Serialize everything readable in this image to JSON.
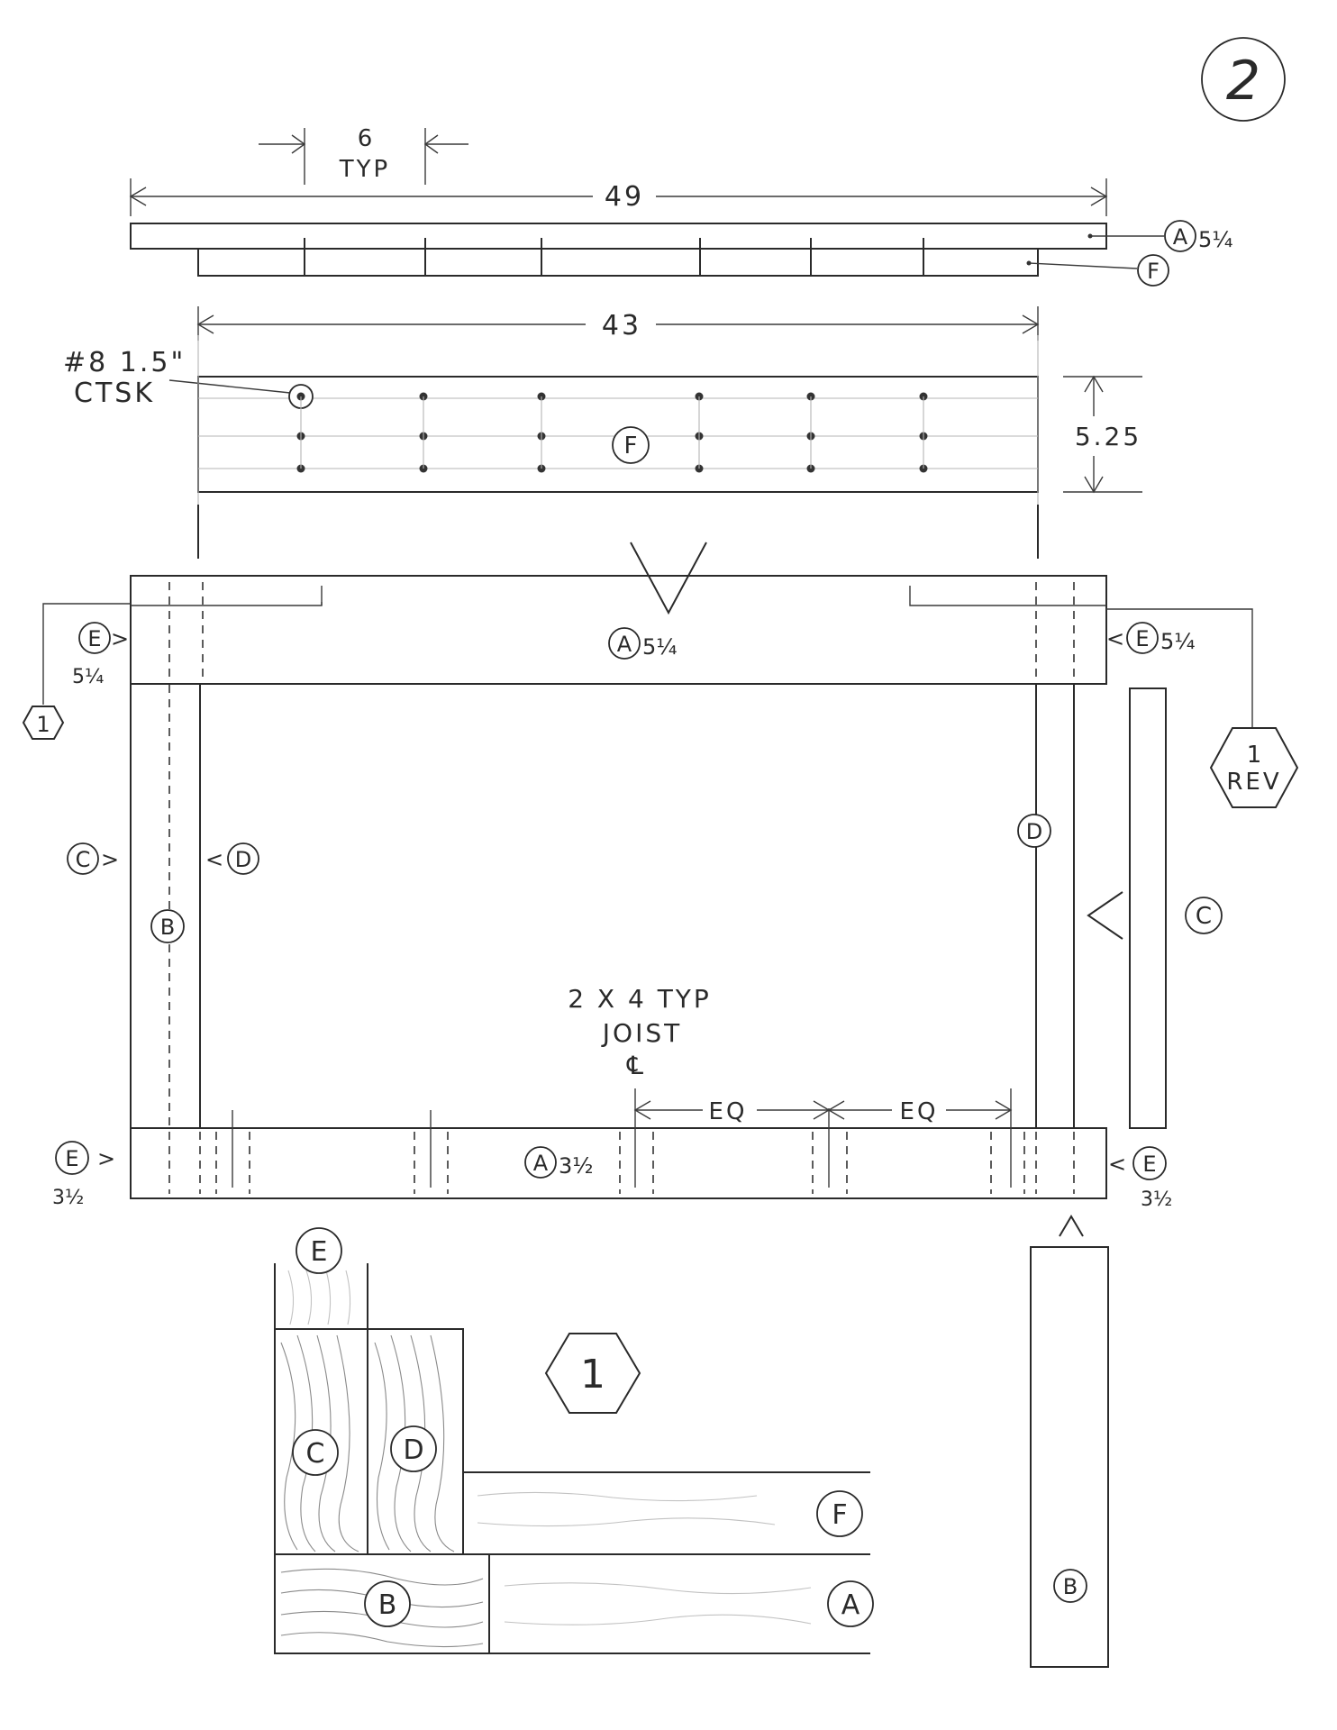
{
  "sheet": {
    "number": "2"
  },
  "dimensions": {
    "spacing_value": "6",
    "spacing_note": "TYP",
    "overall_length": "49",
    "inner_length": "43",
    "board_width": "5.25",
    "eq_left": "EQ",
    "eq_right": "EQ"
  },
  "screw_note": {
    "line1": "#8 1.5\"",
    "line2": "CTSK"
  },
  "joist_note": {
    "line1": "2 X 4 TYP",
    "line2": "JOIST",
    "line3": "℄"
  },
  "parts": {
    "A": "A",
    "B": "B",
    "C": "C",
    "D": "D",
    "E": "E",
    "F": "F"
  },
  "sizes": {
    "five_quarter": "5¼",
    "three_half": "3½"
  },
  "detail": {
    "tag": "1",
    "rev_line1": "1",
    "rev_line2": "REV"
  },
  "view_arrows": {
    "up": "∧",
    "left": "<",
    "right": ">",
    "down": "∨"
  }
}
